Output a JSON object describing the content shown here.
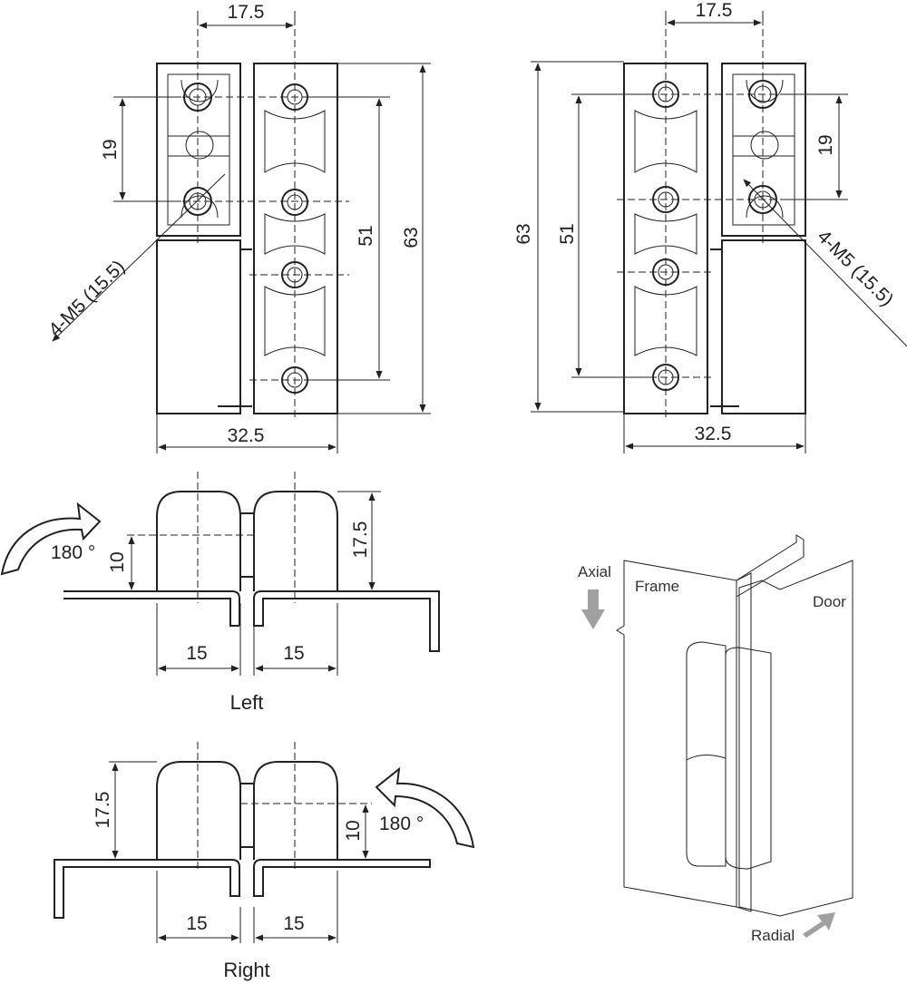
{
  "top_left": {
    "dim_top": "17.5",
    "dim_hole_pitch": "19",
    "dim_screw": "4-M5 (15.5)",
    "dim_inner": "51",
    "dim_height": "63",
    "dim_width": "32.5"
  },
  "top_right": {
    "dim_top": "17.5",
    "dim_hole_pitch": "19",
    "dim_screw": "4-M5 (15.5)",
    "dim_inner": "51",
    "dim_height": "63",
    "dim_width": "32.5"
  },
  "left_view": {
    "angle": "180 °",
    "dim_offset": "10",
    "dim_height": "17.5",
    "dim_left": "15",
    "dim_right": "15",
    "caption": "Left"
  },
  "right_view": {
    "angle": "180 °",
    "dim_offset": "10",
    "dim_height": "17.5",
    "dim_left": "15",
    "dim_right": "15",
    "caption": "Right"
  },
  "iso_view": {
    "axial": "Axial",
    "frame": "Frame",
    "door": "Door",
    "radial": "Radial",
    "colors": {
      "frame": "#c0907a",
      "door": "#ddd8c2",
      "hinge": "#cfd0d3",
      "arrow": "#a0a0a0"
    }
  }
}
